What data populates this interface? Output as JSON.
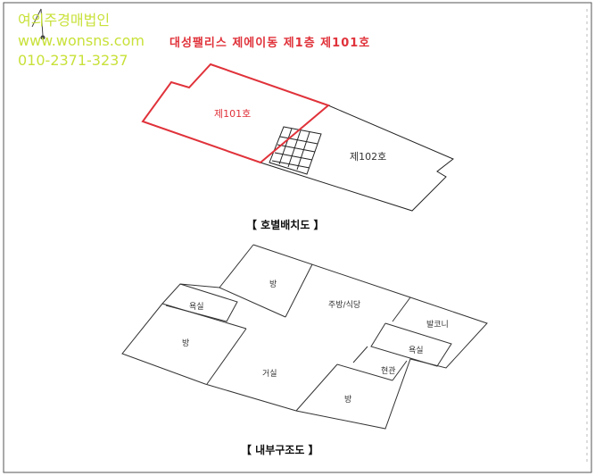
{
  "watermark": {
    "company": "여의주경매법인",
    "website": "www.wonsns.com",
    "phone": "010-2371-3237"
  },
  "header": {
    "title": "대성팰리스 제에이동 제1층 제101호"
  },
  "site_plan": {
    "caption": "【 호별배치도 】",
    "unit_101": "제101호",
    "unit_102": "제102호"
  },
  "floor_plan": {
    "caption": "【 내부구조도 】",
    "rooms": {
      "room_top": "방",
      "bath_left": "욕실",
      "room_left": "방",
      "living": "거실",
      "kitchen": "주방/식당",
      "balcony": "발코니",
      "bath_right": "욕실",
      "entrance": "현관",
      "room_bottom": "방"
    }
  },
  "colors": {
    "accent_red": "#e0323a",
    "watermark_green": "#c9e13a"
  }
}
